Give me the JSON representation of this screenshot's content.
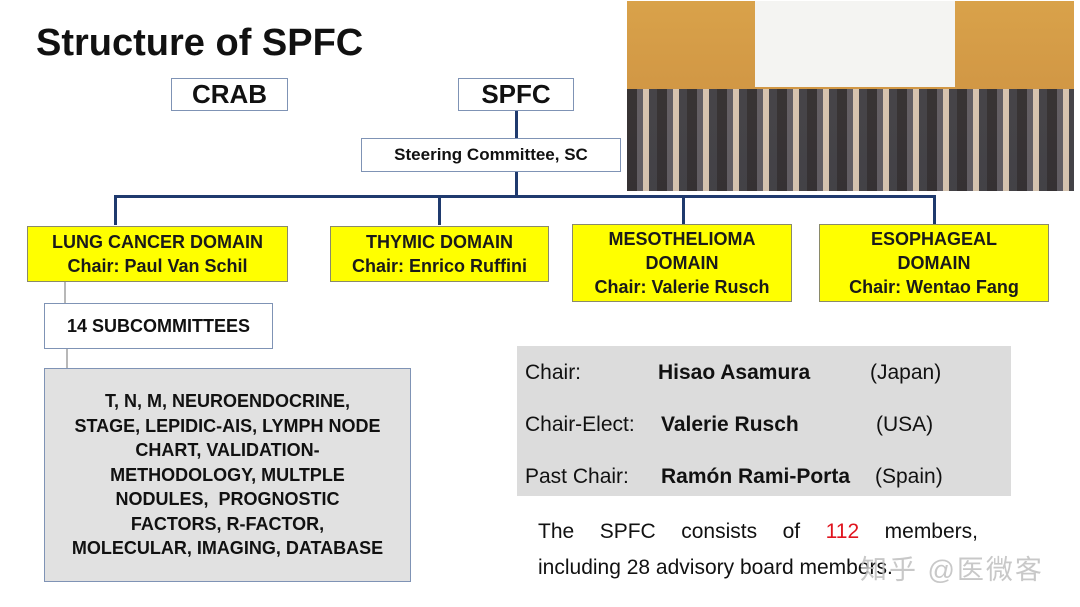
{
  "title": "Structure of SPFC",
  "top_boxes": {
    "crab": "CRAB",
    "spfc": "SPFC",
    "steering": "Steering Committee, SC"
  },
  "domains": [
    {
      "name": "LUNG CANCER DOMAIN",
      "name2": "",
      "chair": "Chair: Paul Van Schil"
    },
    {
      "name": "THYMIC DOMAIN",
      "name2": "",
      "chair": "Chair: Enrico Ruffini"
    },
    {
      "name": "MESOTHELIOMA",
      "name2": "DOMAIN",
      "chair": "Chair: Valerie Rusch"
    },
    {
      "name": "ESOPHAGEAL",
      "name2": "DOMAIN",
      "chair": "Chair: Wentao Fang"
    }
  ],
  "subcommittees": {
    "label": "14 SUBCOMMITTEES",
    "lines": [
      "T, N, M, NEUROENDOCRINE,",
      "STAGE, LEPIDIC-AIS, LYMPH NODE",
      "CHART, VALIDATION-",
      "METHODOLOGY, MULTPLE",
      "NODULES,  PROGNOSTIC",
      "FACTORS, R-FACTOR,",
      "MOLECULAR, IMAGING, DATABASE"
    ]
  },
  "officers": [
    {
      "role": "Chair:",
      "name": "Hisao Asamura",
      "country": "(Japan)"
    },
    {
      "role": "Chair-Elect:",
      "name": "Valerie Rusch",
      "country": "(USA)"
    },
    {
      "role": "Past Chair:",
      "name": "Ramón Rami-Porta",
      "country": "(Spain)"
    }
  ],
  "summary": {
    "part1": "The SPFC consists of ",
    "count": "112",
    "part2": " members,",
    "line2": "including 28 advisory board members."
  },
  "watermark": "知乎 @医微客",
  "colors": {
    "domain_fill": "#ffff00",
    "connector": "#1f3a6e",
    "highlight": "#e0141e"
  }
}
